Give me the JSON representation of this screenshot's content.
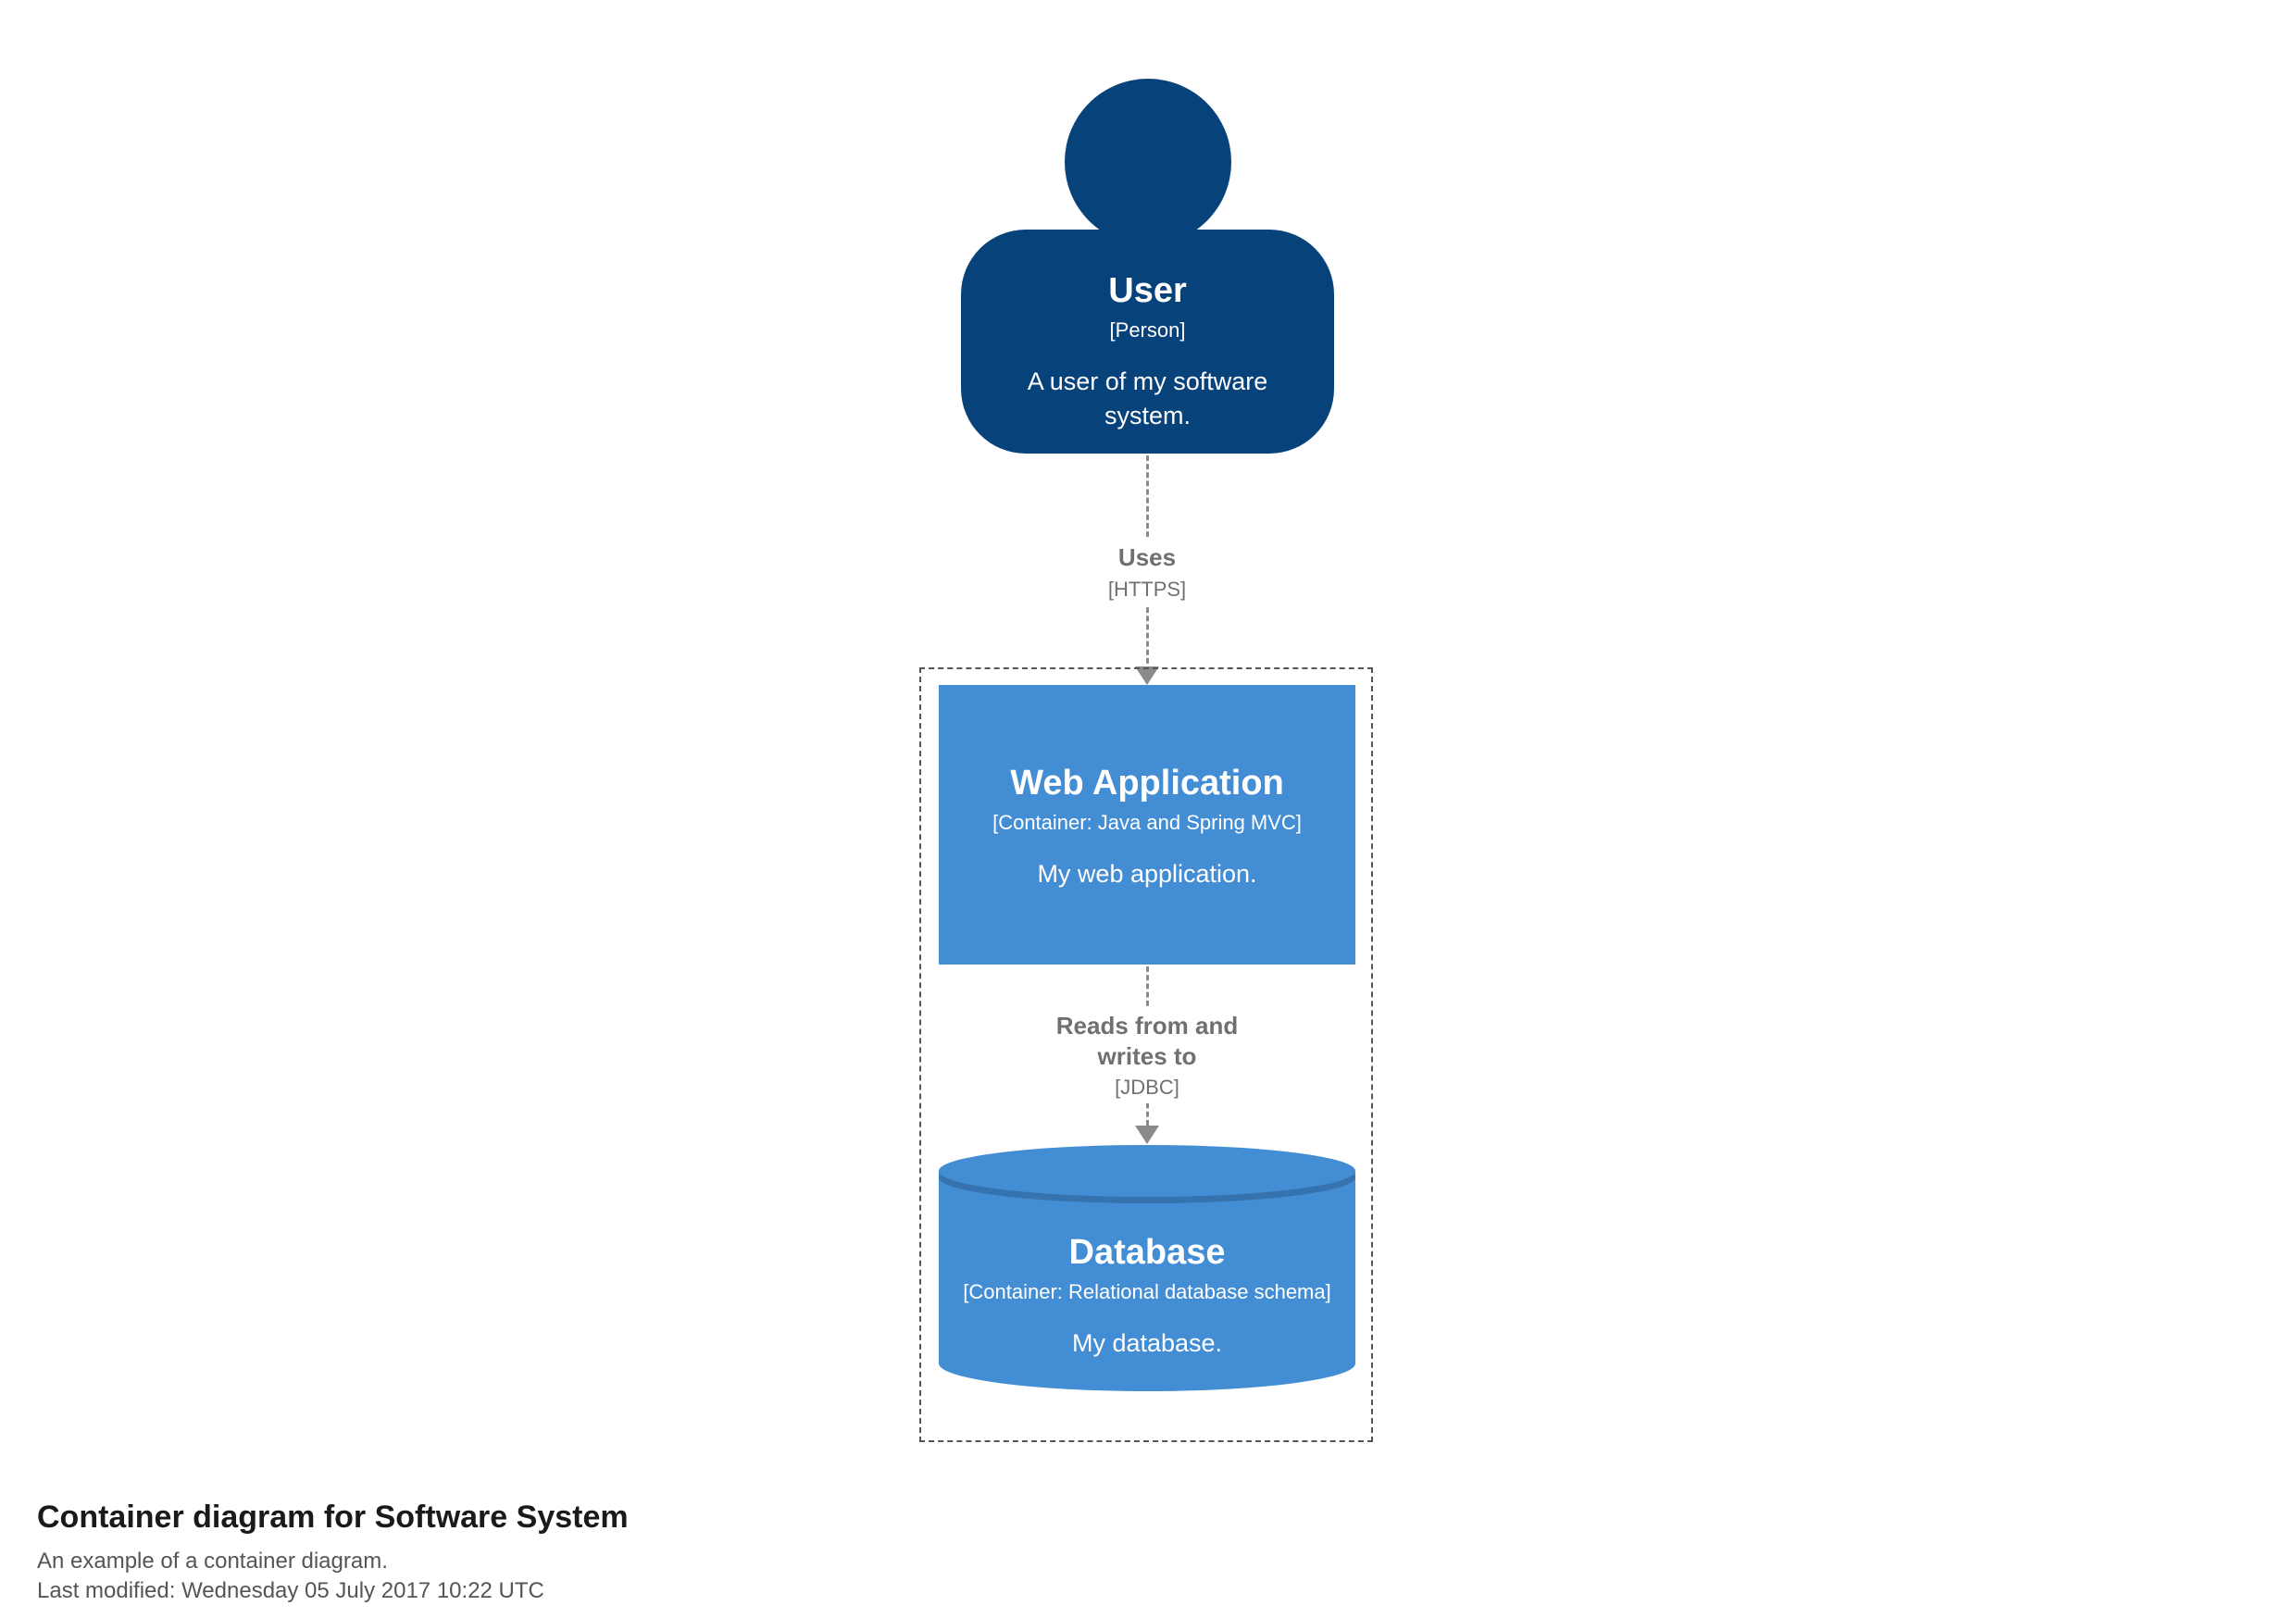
{
  "diagram": {
    "person": {
      "name": "User",
      "meta": "[Person]",
      "description": "A user of my software system."
    },
    "relationships": [
      {
        "label": "Uses",
        "tech": "[HTTPS]"
      },
      {
        "label": "Reads from and writes to",
        "tech": "[JDBC]"
      }
    ],
    "containers": [
      {
        "name": "Web Application",
        "meta": "[Container: Java and Spring MVC]",
        "description": "My web application."
      },
      {
        "name": "Database",
        "meta": "[Container: Relational database schema]",
        "description": "My database."
      }
    ],
    "colors": {
      "person_bg": "#08427b",
      "container_bg": "#438dd5",
      "boundary_border": "#555555",
      "arrow": "#8a8a8a",
      "rel_text": "#707070"
    }
  },
  "footer": {
    "title": "Container diagram for Software System",
    "subtitle": "An example of a container diagram.",
    "last_modified": "Last modified: Wednesday 05 July 2017 10:22 UTC"
  }
}
